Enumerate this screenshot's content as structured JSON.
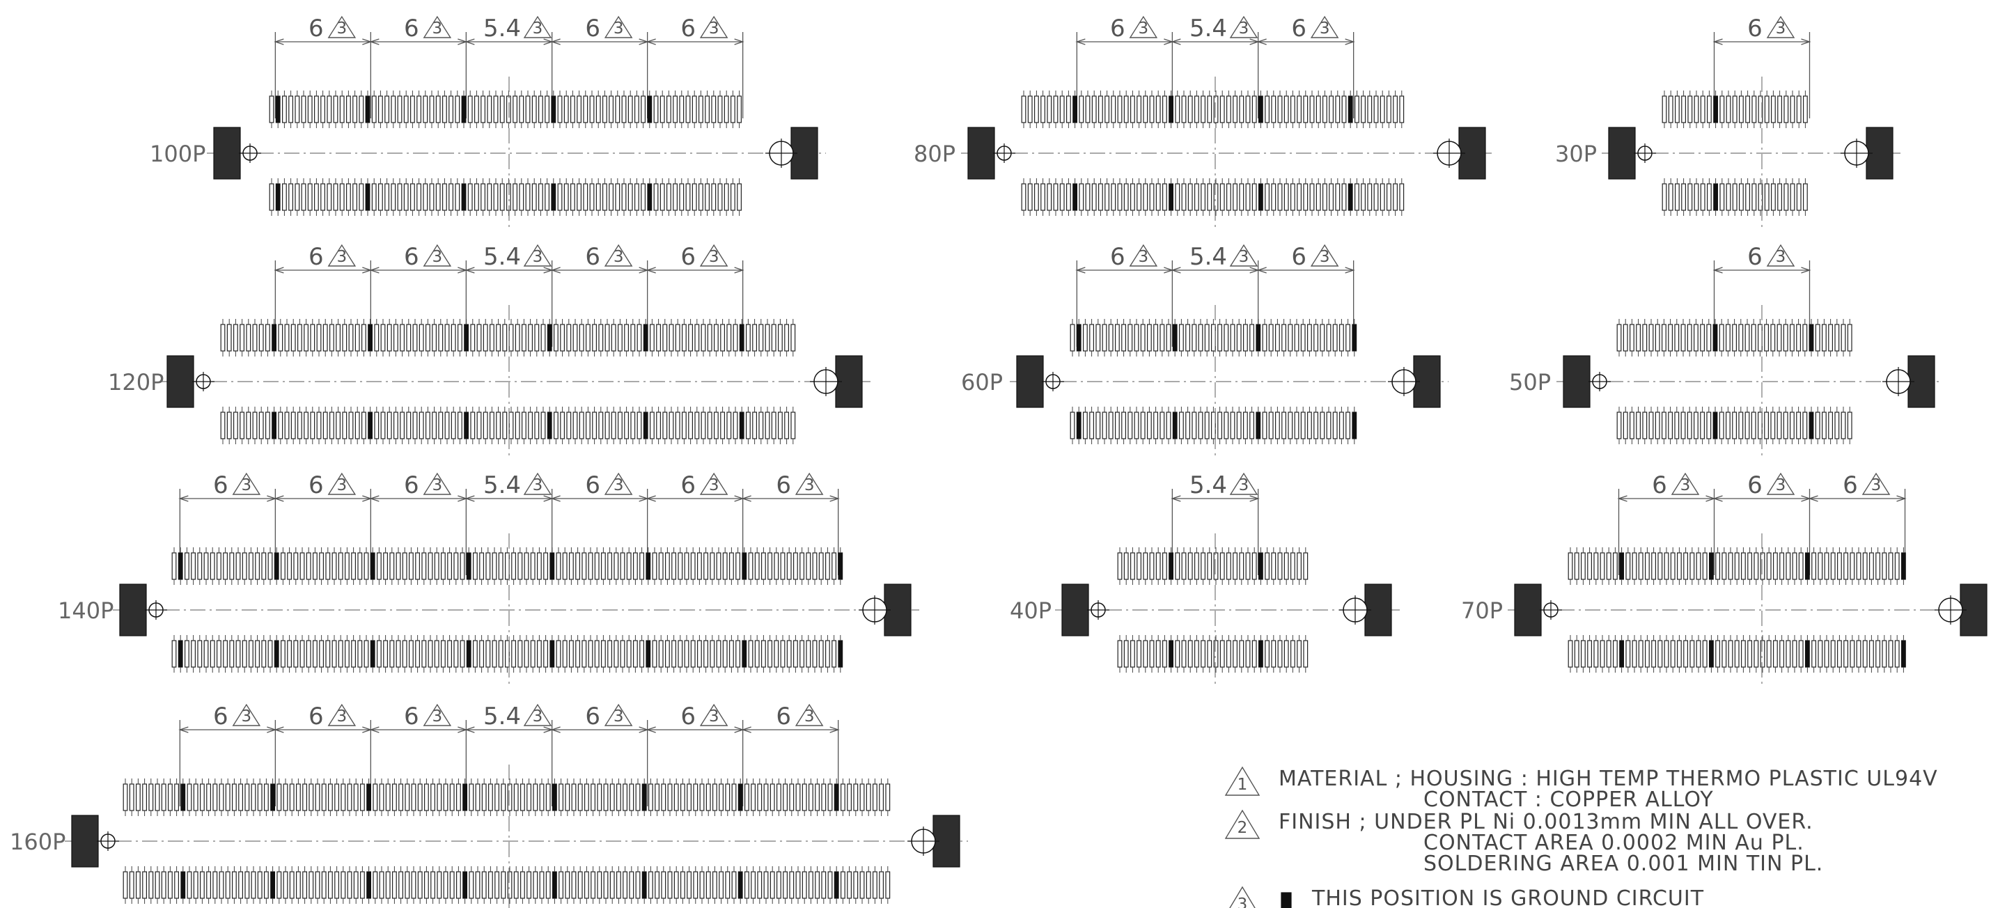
{
  "connectors": [
    {
      "label": "100P",
      "dims": [
        "6",
        "6",
        "5.4",
        "6",
        "6"
      ]
    },
    {
      "label": "120P",
      "dims": [
        "6",
        "6",
        "5.4",
        "6",
        "6"
      ]
    },
    {
      "label": "140P",
      "dims": [
        "6",
        "6",
        "6",
        "5.4",
        "6",
        "6",
        "6"
      ]
    },
    {
      "label": "160P",
      "dims": [
        "6",
        "6",
        "6",
        "5.4",
        "6",
        "6",
        "6"
      ]
    },
    {
      "label": "80P",
      "dims": [
        "6",
        "5.4",
        "6"
      ]
    },
    {
      "label": "60P",
      "dims": [
        "6",
        "5.4",
        "6"
      ]
    },
    {
      "label": "40P",
      "dims": [
        "5.4"
      ]
    },
    {
      "label": "30P",
      "dims": [
        "6"
      ]
    },
    {
      "label": "50P",
      "dims": [
        "6"
      ]
    },
    {
      "label": "70P",
      "dims": [
        "6",
        "6",
        "6"
      ]
    }
  ],
  "dim_note_ref": "3",
  "notes": [
    {
      "num": "1",
      "lines": [
        "MATERIAL  ; HOUSING  :  HIGH  TEMP  THERMO  PLASTIC  UL94V",
        "CONTACT  :  COPPER  ALLOY"
      ]
    },
    {
      "num": "2",
      "lines": [
        "FINISH      ;  UNDER  PL  Ni    0.0013mm  MIN  ALL  OVER.",
        "CONTACT  AREA  0.0002  MIN  Au  PL.",
        "SOLDERING  AREA  0.001  MIN  TIN  PL."
      ]
    },
    {
      "num": "3",
      "lines": [
        "THIS  POSITION  IS  GROUND  CIRCUIT"
      ]
    }
  ],
  "colors": {
    "ink": "#111111",
    "dimension": "#555555",
    "background": "#ffffff"
  },
  "icons": [
    "note-triangle-icon",
    "ground-pin-icon",
    "boss-icon",
    "hole-icon"
  ]
}
